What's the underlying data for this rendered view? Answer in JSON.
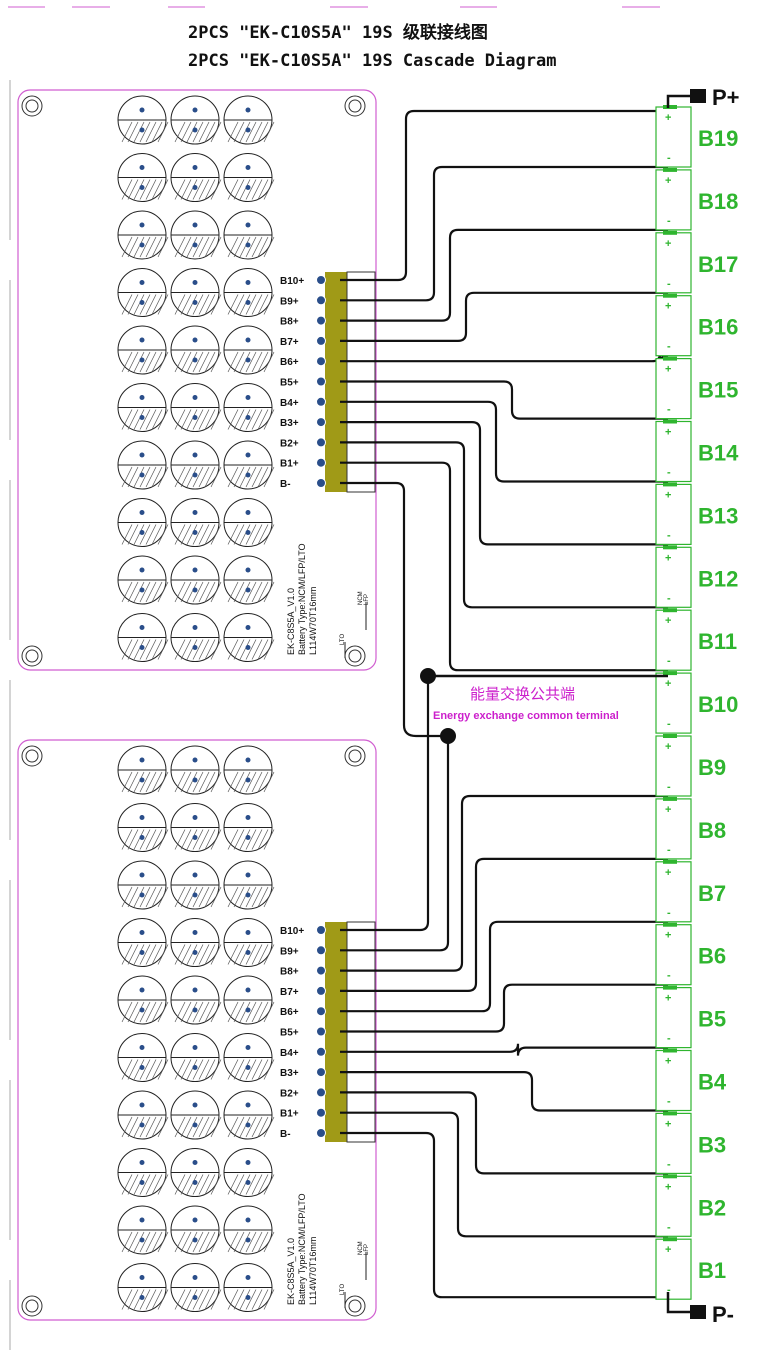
{
  "title": {
    "line1": "2PCS \"EK-C10S5A\"  19S 级联接线图",
    "line2": "2PCS \"EK-C10S5A\"  19S Cascade Diagram"
  },
  "terminals": {
    "positive": "P+",
    "negative": "P-"
  },
  "battery_labels": [
    "B19",
    "B18",
    "B17",
    "B16",
    "B15",
    "B14",
    "B13",
    "B12",
    "B11",
    "B10",
    "B9",
    "B8",
    "B7",
    "B6",
    "B5",
    "B4",
    "B3",
    "B2",
    "B1"
  ],
  "cell_plus": "+",
  "cell_minus": "-",
  "board_terminal_labels": [
    "B10+",
    "B9+",
    "B8+",
    "B7+",
    "B6+",
    "B5+",
    "B4+",
    "B3+",
    "B2+",
    "B1+",
    "B-"
  ],
  "board": {
    "model": "EK-C8S5A_V1.0",
    "battery_type": "Battery Type:NCM/LFP/LTO",
    "dimensions": "L114W70T16mm",
    "jumper_a": "NCM",
    "jumper_b": "LFP",
    "jumper_c": "LTO"
  },
  "common_terminal": {
    "cn": "能量交换公共端",
    "en": "Energy exchange common terminal"
  },
  "colors": {
    "board_outline": "#d05ed0",
    "connector": "#a09a17",
    "battery": "#2fb52f",
    "wire": "#111111",
    "annotation": "#cc20cc",
    "pin": "#2a4e8a"
  }
}
